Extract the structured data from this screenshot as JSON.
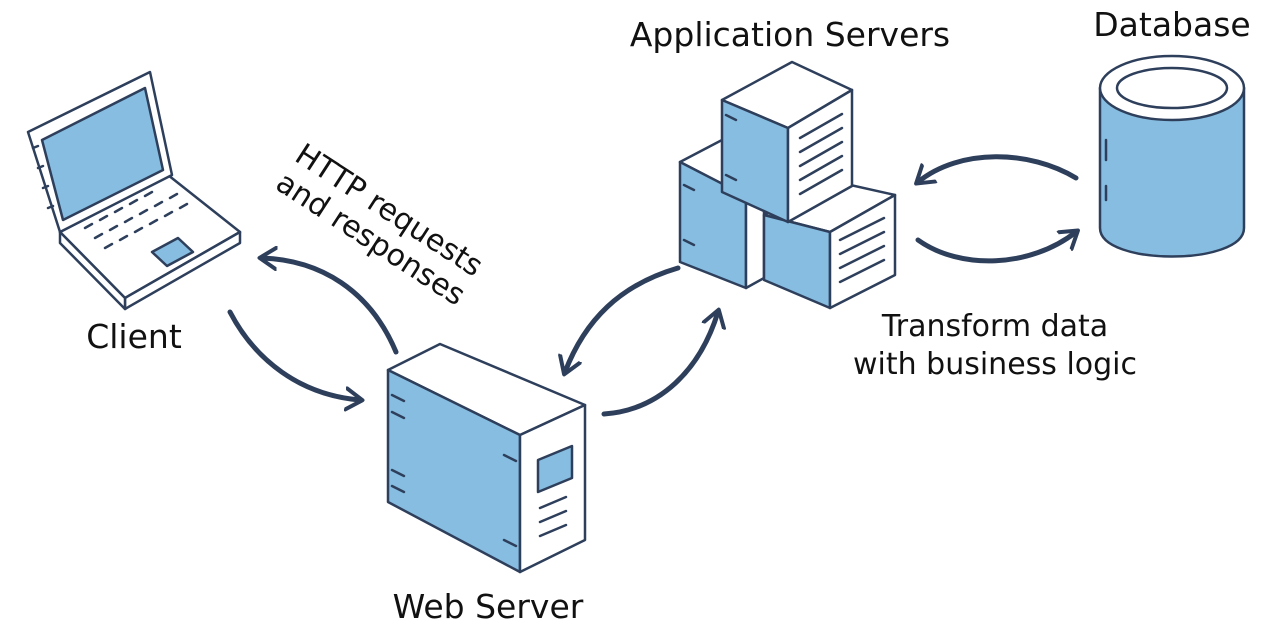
{
  "labels": {
    "client": "Client",
    "web_server": "Web Server",
    "app_servers": "Application Servers",
    "database": "Database",
    "http_line1": "HTTP requests",
    "http_line2": "and responses",
    "transform_line1": "Transform data",
    "transform_line2": "with business logic"
  },
  "colors": {
    "fill": "#87bde0",
    "stroke": "#2e3f5c",
    "white": "#ffffff",
    "text": "#111111"
  },
  "icons": [
    "laptop-icon",
    "server-tower-icon",
    "server-stack-icon",
    "database-cylinder-icon",
    "arrow-icon"
  ]
}
